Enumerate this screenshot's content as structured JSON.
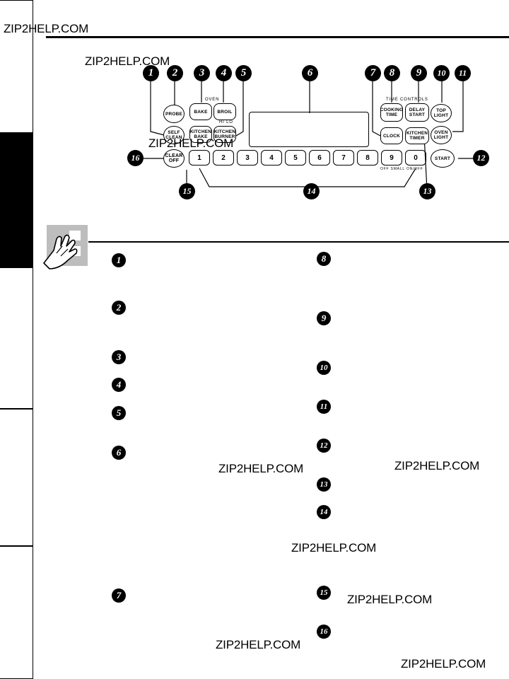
{
  "watermark": "ZIP2HELP.COM",
  "panel": {
    "oven_label": "OVEN",
    "time_controls_label": "TIME CONTROLS",
    "broil_sub": "HI LO",
    "num_sub": "OFF  SMALL  ON/OFF",
    "keys": {
      "probe": "PROBE",
      "bake": "BAKE",
      "broil": "BROIL",
      "self_clean": "SELF CLEAN",
      "kitchen_bake": "KITCHEN BAKE",
      "kitchen_burner": "KITCHEN BURNER",
      "cooking_time": "COOKING TIME",
      "delay_start": "DELAY START",
      "clock": "CLOCK",
      "kitchen_timer": "KITCHEN TIMER",
      "top_light": "TOP LIGHT",
      "oven_light": "OVEN LIGHT",
      "start": "START",
      "clear_off": "CLEAR OFF"
    },
    "number_keys": [
      "1",
      "2",
      "3",
      "4",
      "5",
      "6",
      "7",
      "8",
      "9",
      "0"
    ]
  },
  "callouts": [
    "1",
    "2",
    "3",
    "4",
    "5",
    "6",
    "7",
    "8",
    "9",
    "10",
    "11",
    "12",
    "13",
    "14",
    "15",
    "16"
  ],
  "list_left": [
    "1",
    "2",
    "3",
    "4",
    "5",
    "6",
    "7"
  ],
  "list_right": [
    "8",
    "9",
    "10",
    "11",
    "12",
    "13",
    "14",
    "15",
    "16"
  ]
}
